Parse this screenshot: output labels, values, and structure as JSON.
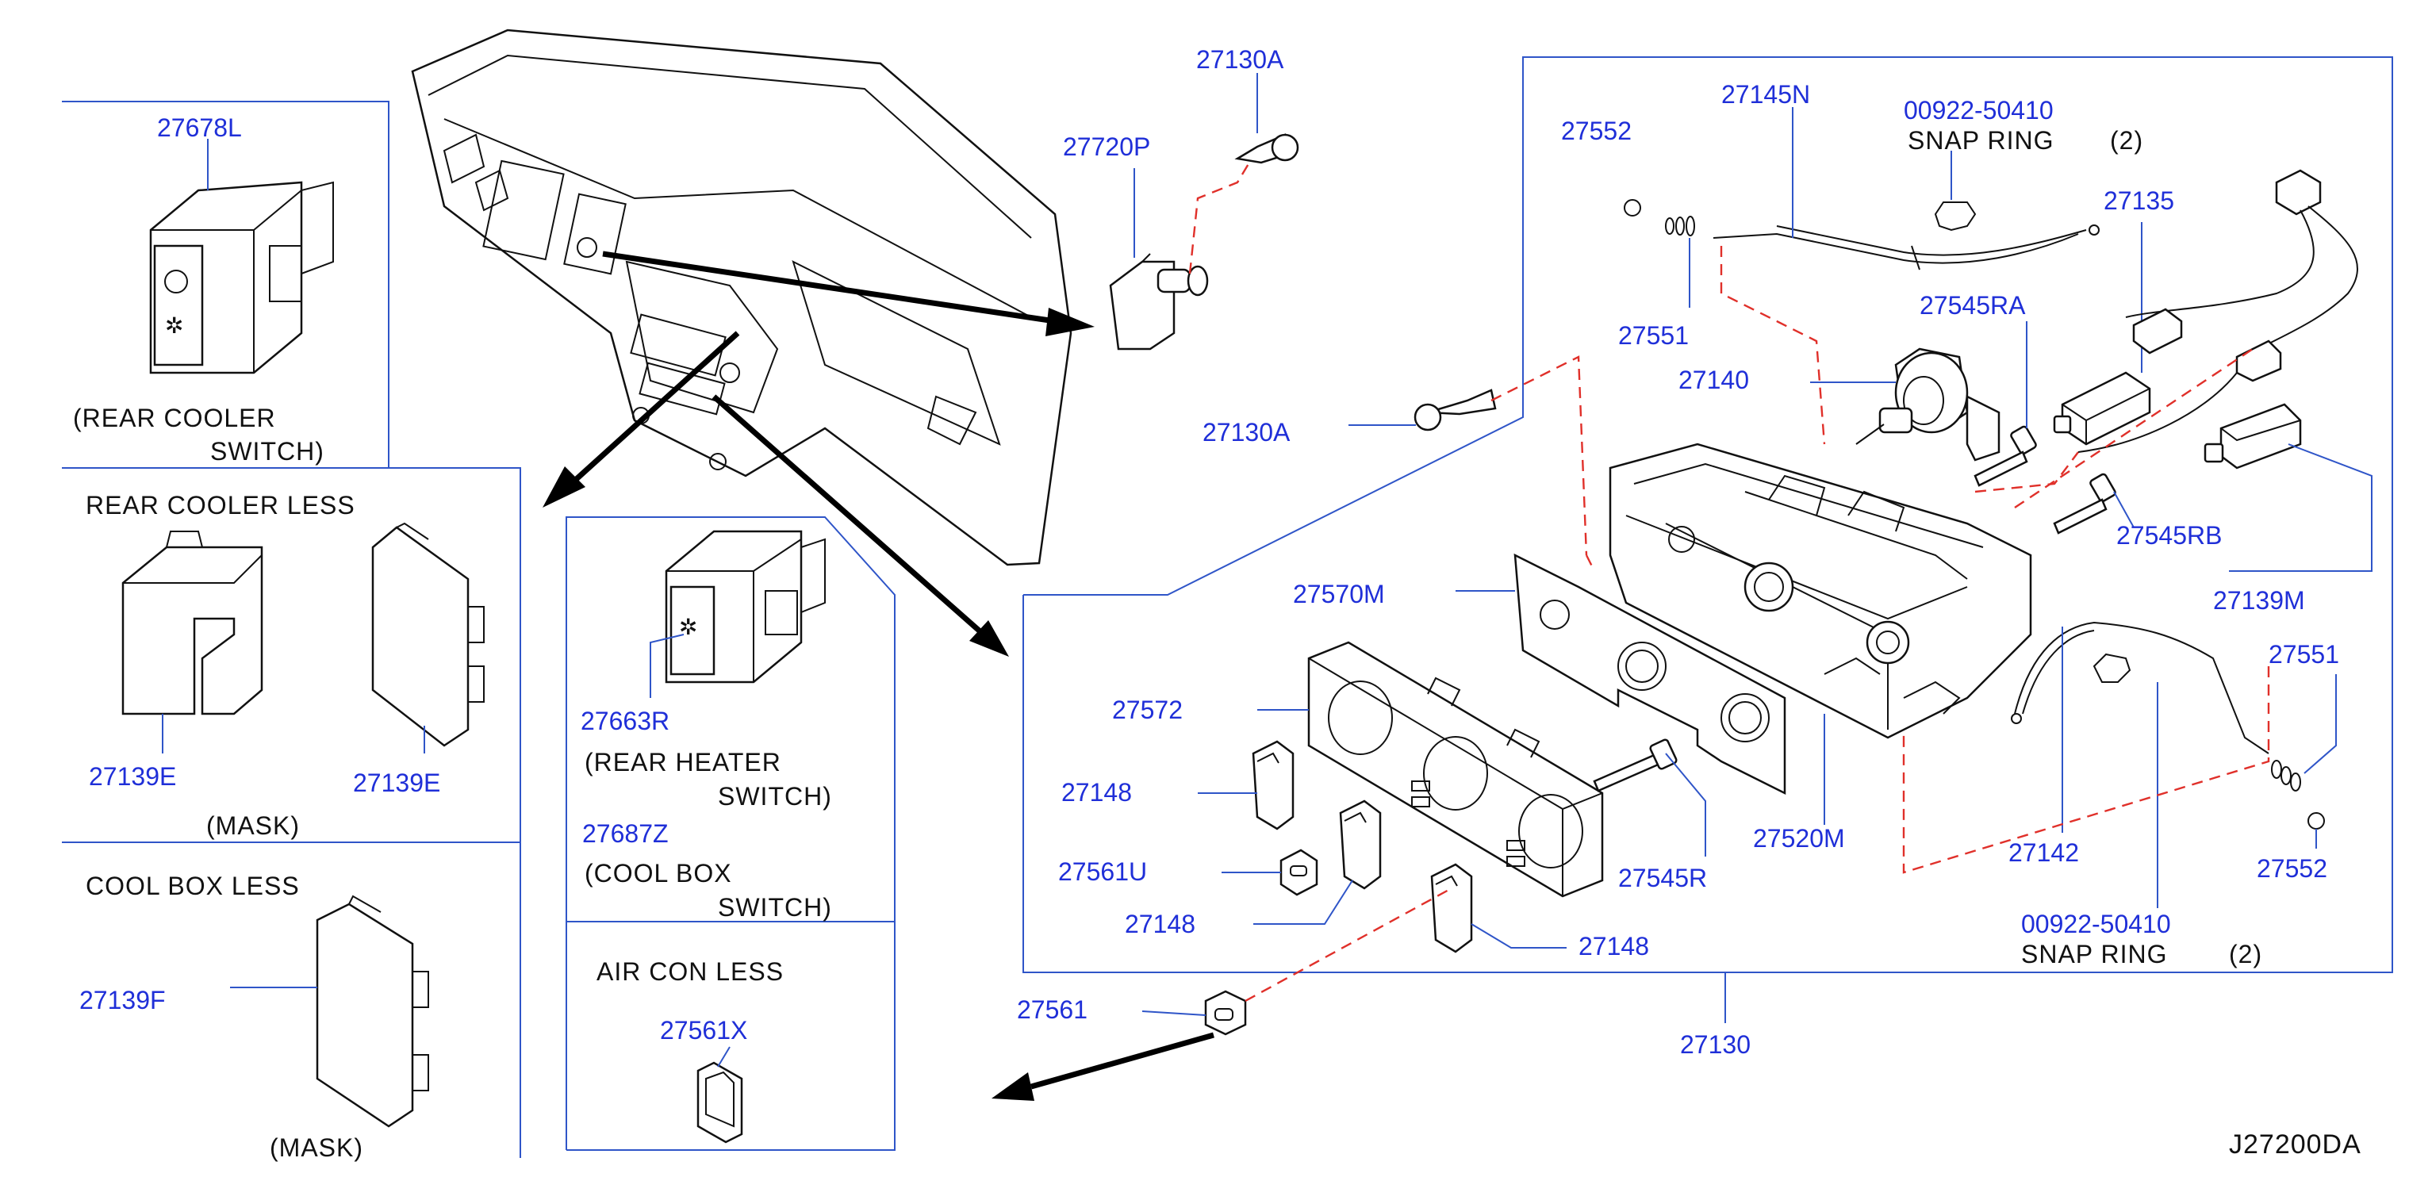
{
  "colors": {
    "part_number": "#1f2fd8",
    "caption": "#111111",
    "frame": "#2f55c8",
    "hidden_line": "#e0302a"
  },
  "diagram_code": "J27200DA",
  "sections": {
    "rear_cooler_switch": {
      "caption_1": "(REAR   COOLER",
      "caption_2": "SWITCH)"
    },
    "rear_cooler_less": {
      "title": "REAR   COOLER   LESS",
      "caption": "(MASK)"
    },
    "cool_box_less": {
      "title": "COOL   BOX   LESS",
      "caption": "(MASK)"
    },
    "rear_heater_switch": {
      "caption_1": "(REAR   HEATER",
      "caption_2": "SWITCH)",
      "caption_3": "(COOL   BOX",
      "caption_4": "SWITCH)"
    },
    "air_con_less": {
      "title": "AIR   CON   LESS"
    }
  },
  "parts": {
    "p27678L": "27678L",
    "p27139E_a": "27139E",
    "p27139E_b": "27139E",
    "p27139F": "27139F",
    "p27663R": "27663R",
    "p27687Z": "27687Z",
    "p27561X": "27561X",
    "p27720P": "27720P",
    "p27130A_top": "27130A",
    "p27130A_mid": "27130A",
    "p27552_top": "27552",
    "p27551_top": "27551",
    "p27145N": "27145N",
    "p00922_top": "00922-50410",
    "snap_top": "SNAP   RING",
    "qty_top": "(2)",
    "p27135": "27135",
    "p27545RA": "27545RA",
    "p27140": "27140",
    "p27545RB": "27545RB",
    "p27139M": "27139M",
    "p27570M": "27570M",
    "p27572": "27572",
    "p27148_a": "27148",
    "p27561U": "27561U",
    "p27148_b": "27148",
    "p27148_c": "27148",
    "p27545R": "27545R",
    "p27520M": "27520M",
    "p27142": "27142",
    "p27551_bot": "27551",
    "p27552_bot": "27552",
    "p00922_bot": "00922-50410",
    "snap_bot": "SNAP   RING",
    "qty_bot": "(2)",
    "p27561": "27561",
    "p27130": "27130"
  }
}
